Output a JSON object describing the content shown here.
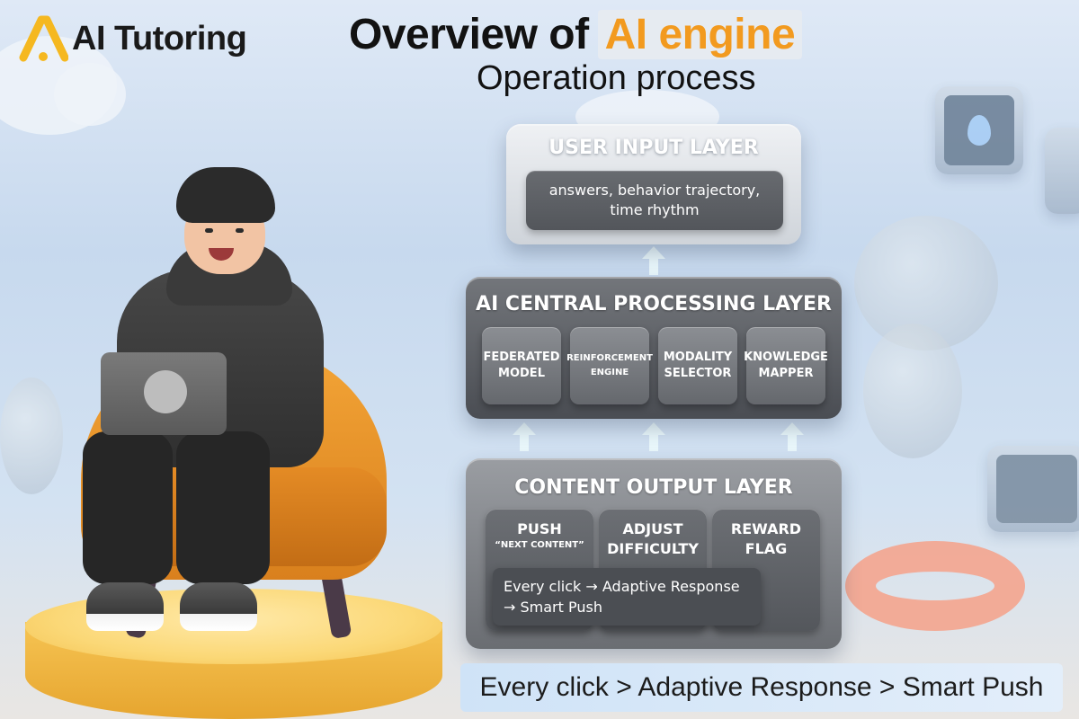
{
  "logo": {
    "text": "AI Tutoring",
    "icon": "a-logo-icon"
  },
  "title": {
    "prefix": "Overview of",
    "highlight": "AI engine",
    "subtitle": "Operation process"
  },
  "layers": {
    "user_input": {
      "title": "USER INPUT LAYER",
      "box_text": "answers, behavior trajectory, time rhythm"
    },
    "ai_central": {
      "title": "AI CENTRAL PROCESSING LAYER",
      "modules": [
        {
          "label": "FEDERATED MODEL"
        },
        {
          "label": "REINFORCEMENT ENGINE"
        },
        {
          "label": "MODALITY SELECTOR"
        },
        {
          "label": "KNOWLEDGE MAPPER"
        }
      ]
    },
    "content_output": {
      "title": "CONTENT OUTPUT LAYER",
      "cards": [
        {
          "label": "PUSH",
          "sublabel": "“NEXT CONTENT”"
        },
        {
          "label": "ADJUST DIFFICULTY",
          "sublabel": ""
        },
        {
          "label": "REWARD FLAG",
          "sublabel": ""
        }
      ],
      "tooltip": {
        "line1": "Every click → Adaptive Response",
        "line2": "→ Smart Push"
      }
    }
  },
  "banner": {
    "text": "Every click > Adaptive Response > Smart Push"
  },
  "colors": {
    "title_highlight": "#f29a1f",
    "arrow": "#e9f7fb",
    "logo_yellow": "#f5b820"
  }
}
